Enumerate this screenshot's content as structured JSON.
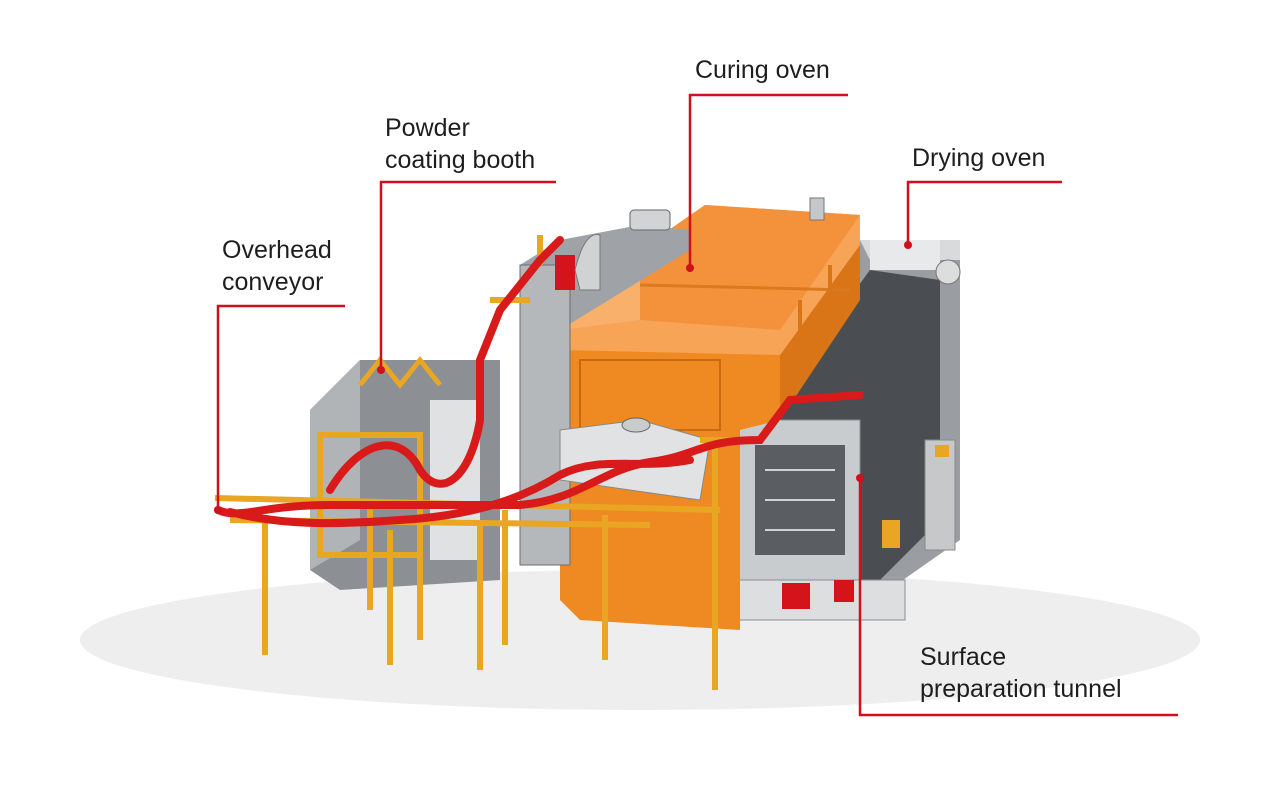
{
  "labels": {
    "curing_oven": "Curing oven",
    "powder_booth_line1": "Powder",
    "powder_booth_line2": "coating booth",
    "drying_oven": "Drying oven",
    "conveyor_line1": "Overhead",
    "conveyor_line2": "conveyor",
    "surface_line1": "Surface",
    "surface_line2": "preparation tunnel"
  },
  "colors": {
    "leader": "#d0101a",
    "oven_orange": "#f08a24",
    "frame_yellow": "#e8a623",
    "pipe_red": "#d91a1a",
    "steel": "#b8bcc0"
  }
}
